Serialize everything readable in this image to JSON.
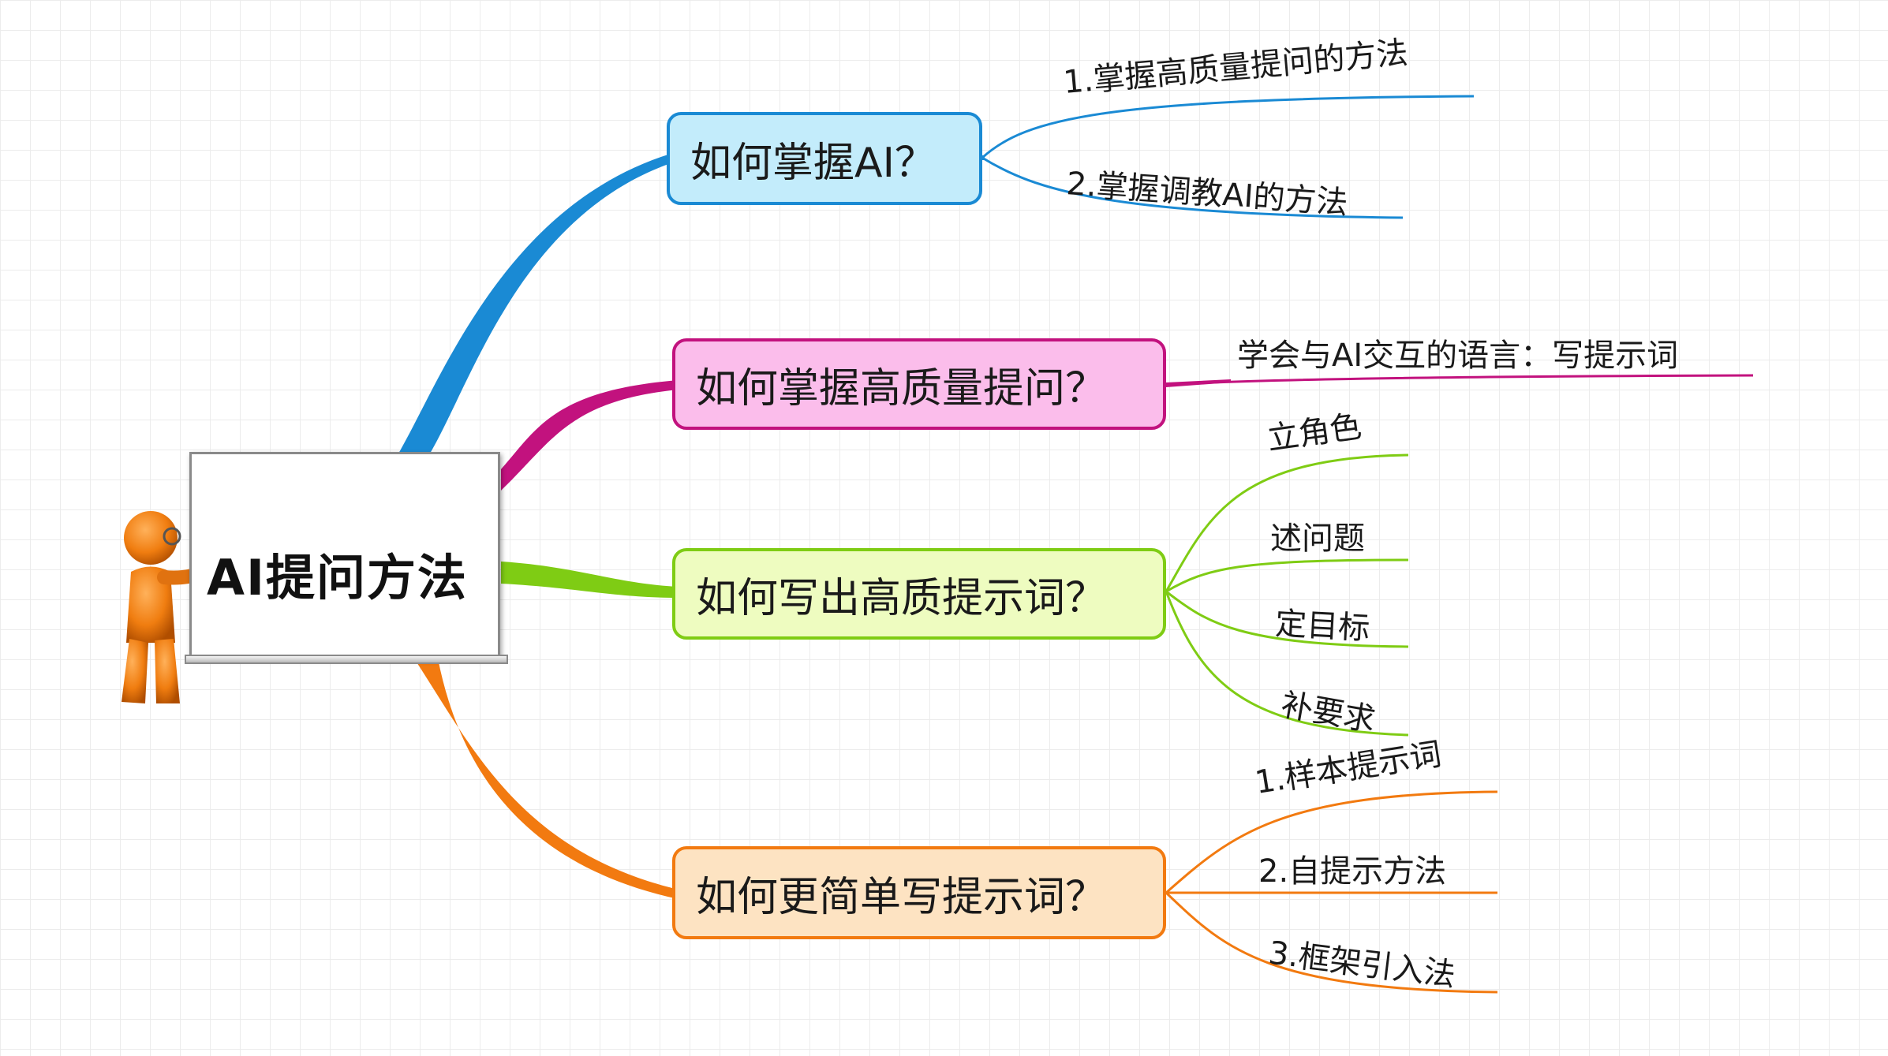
{
  "central": {
    "title": "AI提问方法"
  },
  "branches": [
    {
      "label": "如何掌握AI？",
      "color": "#1a8ad4",
      "fill": "#c3ecfb",
      "children": [
        "1.掌握高质量提问的方法",
        "2.掌握调教AI的方法"
      ]
    },
    {
      "label": "如何掌握高质量提问？",
      "color": "#c2127e",
      "fill": "#fbbdeb",
      "children": [
        "学会与AI交互的语言：写提示词"
      ]
    },
    {
      "label": "如何写出高质提示词？",
      "color": "#7fcc14",
      "fill": "#eefcc0",
      "children": [
        "立角色",
        "述问题",
        "定目标",
        "补要求"
      ]
    },
    {
      "label": "如何更简单写提示词？",
      "color": "#f27a10",
      "fill": "#fde3c2",
      "children": [
        "1.样本提示词",
        "2.自提示方法",
        "3.框架引入法"
      ]
    }
  ],
  "icons": {
    "presenter": "presenter-figure-icon"
  }
}
